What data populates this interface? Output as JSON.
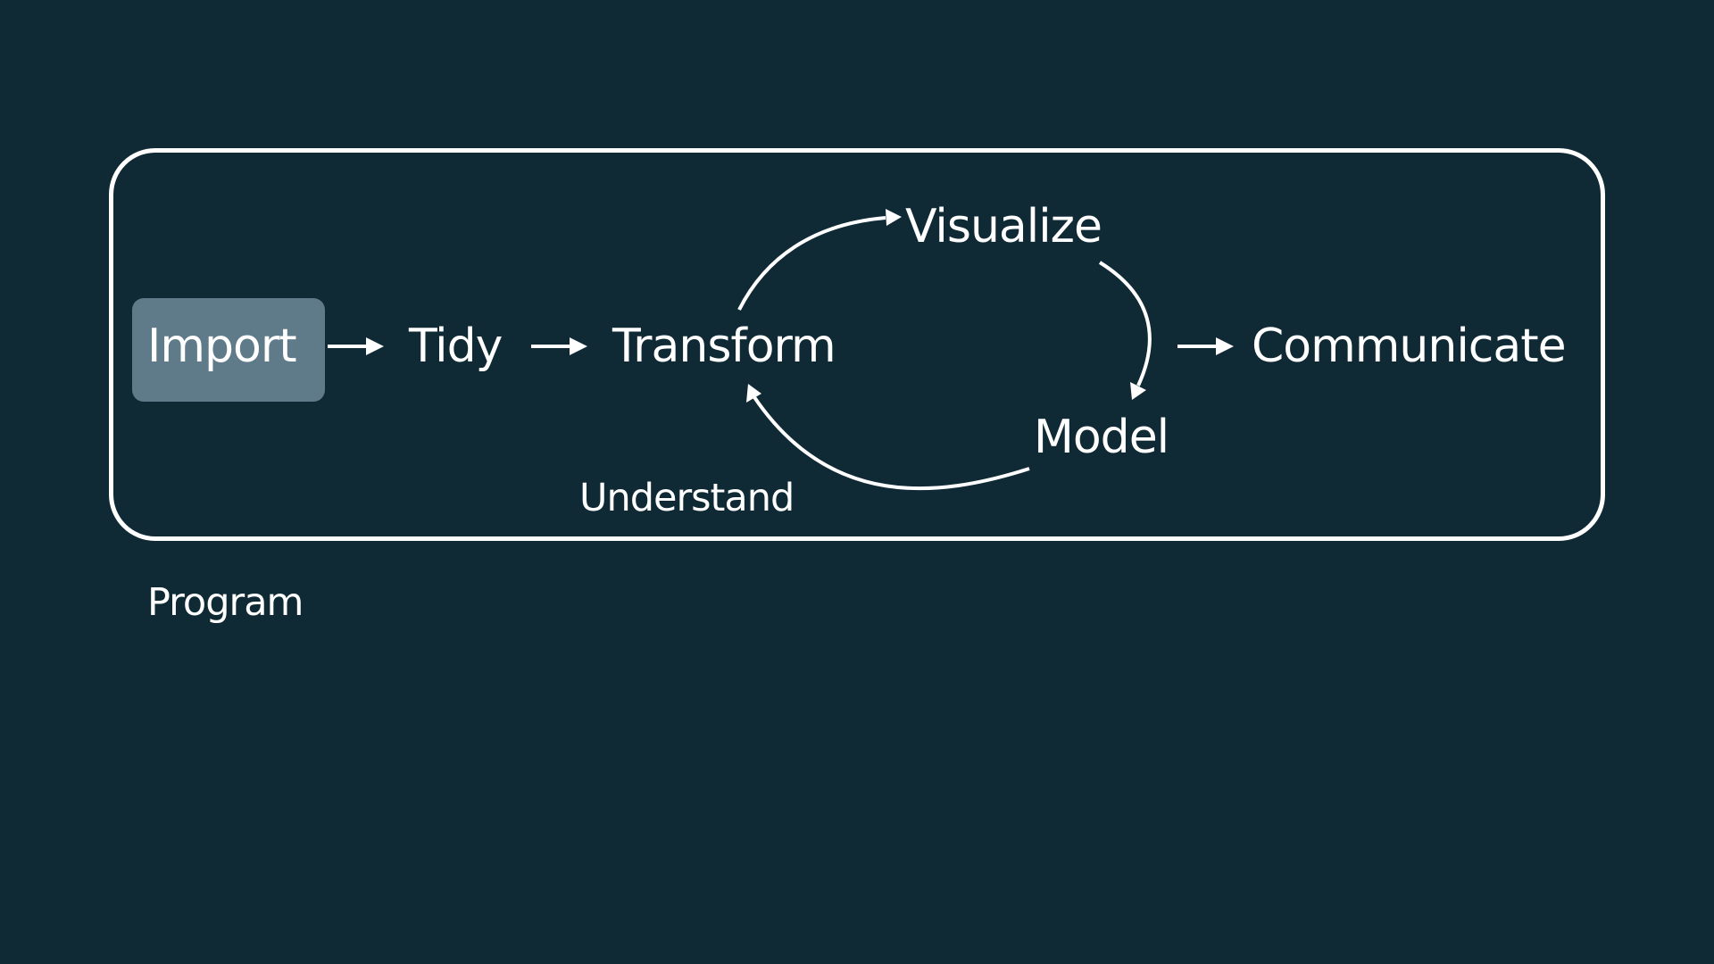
{
  "diagram": {
    "nodes": {
      "import": "Import",
      "tidy": "Tidy",
      "transform": "Transform",
      "visualize": "Visualize",
      "model": "Model",
      "communicate": "Communicate"
    },
    "labels": {
      "understand": "Understand",
      "program": "Program"
    },
    "colors": {
      "background": "#0f2935",
      "foreground": "#ffffff",
      "highlight": "#5f7b89"
    },
    "highlighted_node": "Import"
  }
}
